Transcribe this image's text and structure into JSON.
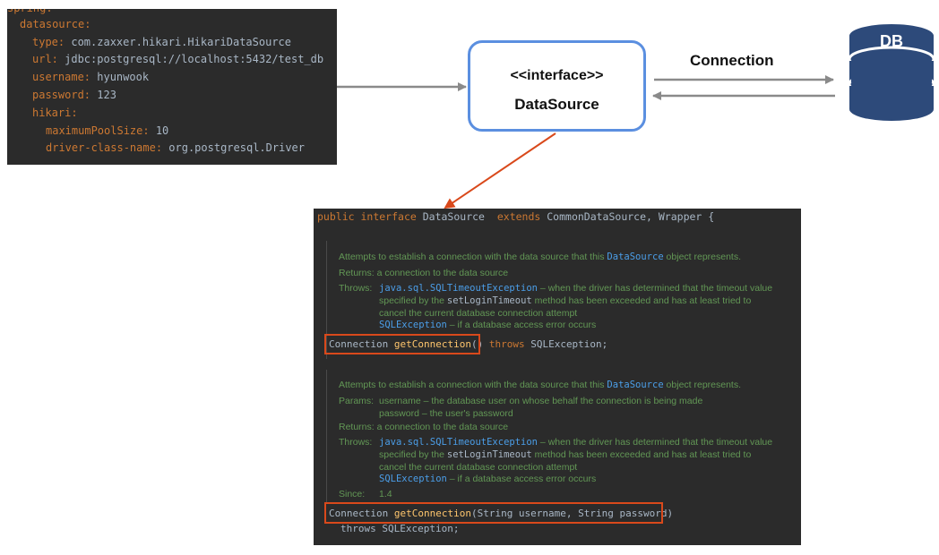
{
  "yaml": {
    "lines": [
      {
        "key": "datasource:",
        "value": ""
      },
      {
        "key": "type:",
        "value": " com.zaxxer.hikari.HikariDataSource"
      },
      {
        "key": "url:",
        "value": " jdbc:postgresql://localhost:5432/test_db"
      },
      {
        "key": "username:",
        "value": " hyunwook"
      },
      {
        "key": "password:",
        "value": " 123"
      },
      {
        "key": "hikari:",
        "value": ""
      },
      {
        "key": "maximumPoolSize:",
        "value": " 10"
      },
      {
        "key": "driver-class-name:",
        "value": " org.postgresql.Driver"
      }
    ]
  },
  "interface_box": {
    "stereotype": "<<interface>>",
    "name": "DataSource"
  },
  "connection_label": "Connection",
  "database_label": "DB",
  "code": {
    "header": {
      "kw1": "public",
      "kw2": "interface",
      "name": "DataSource",
      "kw3": "extends",
      "parents": "CommonDataSource, Wrapper {"
    },
    "doc1": {
      "summary_a": "Attempts to establish a connection with the data source that this ",
      "summary_ref": "DataSource",
      "summary_b": " object represents.",
      "returns_label": "Returns:",
      "returns_text": "a connection to the data source",
      "throws_label": "Throws:",
      "ex1": "java.sql.SQLTimeoutException",
      "ex1_desc": " – when the driver has determined that the timeout value",
      "ex1_line2a": "specified by the ",
      "ex1_line2ref": "setLoginTimeout",
      "ex1_line2b": " method has been exceeded and has at least tried to",
      "ex1_line3": "cancel the current database connection attempt",
      "ex2": "SQLException",
      "ex2_desc": " – if a database access error occurs"
    },
    "sig1": {
      "type": "Connection",
      "method": "getConnection",
      "params": "()",
      "throws_kw": "throws",
      "exception": "SQLException;"
    },
    "doc2": {
      "summary_a": "Attempts to establish a connection with the data source that this ",
      "summary_ref": "DataSource",
      "summary_b": " object represents.",
      "params_label": "Params:",
      "param1": "username – the database user on whose behalf the connection is being made",
      "param2": "password – the user's password",
      "returns_label": "Returns:",
      "returns_text": "a connection to the data source",
      "throws_label": "Throws:",
      "ex1": "java.sql.SQLTimeoutException",
      "ex1_desc": " – when the driver has determined that the timeout value",
      "ex1_line2a": "specified by the ",
      "ex1_line2ref": "setLoginTimeout",
      "ex1_line2b": " method has been exceeded and has at least tried to",
      "ex1_line3": "cancel the current database connection attempt",
      "ex2": "SQLException",
      "ex2_desc": " – if a database access error occurs",
      "since_label": "Since:",
      "since_value": "1.4"
    },
    "sig2": {
      "type": "Connection",
      "method": "getConnection",
      "params": "(String username, String password)",
      "throws_line": "throws SQLException;"
    }
  },
  "colors": {
    "arrow_gray": "#8a8a8a",
    "arrow_red": "#d9491b",
    "db_blue": "#2d4a7a",
    "box_border": "#5b8fe0"
  }
}
